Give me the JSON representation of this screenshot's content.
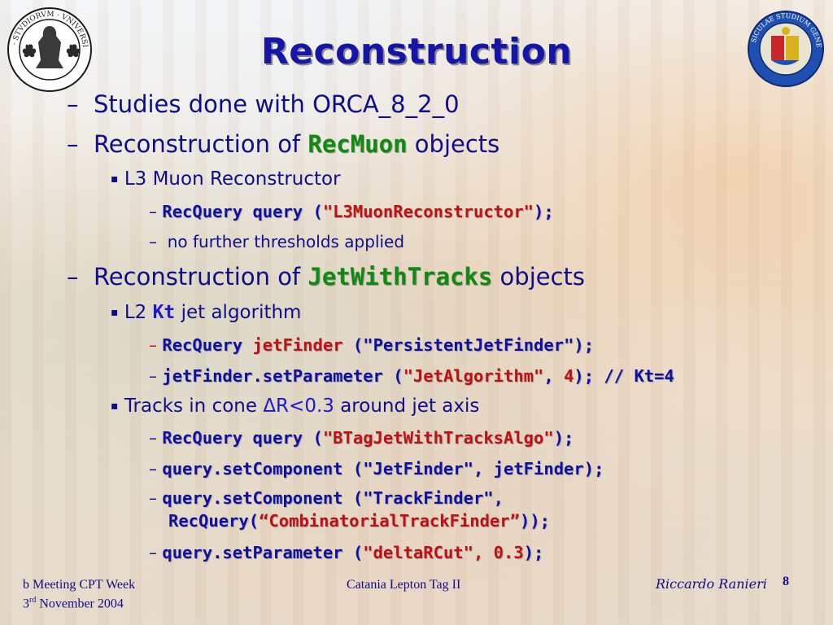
{
  "title": "Reconstruction",
  "colors": {
    "title": "#1515a8",
    "text": "#0e0e8a",
    "highlight_green": "#118a11",
    "code_red": "#c01010",
    "code_blue": "#1010a0"
  },
  "items": {
    "b1": {
      "bullet": "–",
      "text": "Studies done with ORCA_8_2_0"
    },
    "b2": {
      "bullet": "–",
      "pre": "Reconstruction of ",
      "code": "RecMuon",
      "post": " objects"
    },
    "b2a": {
      "bullet": "▪",
      "text": "L3 Muon Reconstructor"
    },
    "b2a1": {
      "bullet": "–",
      "c1": "RecQuery query (",
      "c2": "\"L3MuonReconstructor\"",
      "c3": ");"
    },
    "b2a2": {
      "bullet": "–",
      "text": "no further thresholds applied"
    },
    "b3": {
      "bullet": "–",
      "pre": "Reconstruction of ",
      "code": "JetWithTracks",
      "post": " objects"
    },
    "b3a": {
      "bullet": "▪",
      "pre": "L2 ",
      "code": "Kt",
      "post": " jet algorithm"
    },
    "b3a1": {
      "bullet": "–",
      "c1": "RecQuery ",
      "c2": "jetFinder",
      "c3": " (\"PersistentJetFinder\");"
    },
    "b3a2": {
      "bullet": "–",
      "c1": "jetFinder.setParameter (",
      "c2": "\"JetAlgorithm\"",
      "c3": ", ",
      "c4": "4",
      "c5": "); // Kt=4"
    },
    "b3b": {
      "bullet": "▪",
      "pre": "Tracks in cone ",
      "code": "ΔR<0.3",
      "post": " around jet axis"
    },
    "b3b1": {
      "bullet": "–",
      "c1": "RecQuery query (",
      "c2": "\"BTagJetWithTracksAlgo\"",
      "c3": ");"
    },
    "b3b2": {
      "bullet": "–",
      "c1": "query.setComponent (\"JetFinder\", jetFinder);"
    },
    "b3b3": {
      "bullet": "–",
      "c1": "query.setComponent (\"TrackFinder\",",
      "c1b": "RecQuery(",
      "c2": "“CombinatorialTrackFinder”",
      "c3": "));"
    },
    "b3b4": {
      "bullet": "–",
      "c1": "query.setParameter (",
      "c2": "\"deltaRCut\", 0.3",
      "c3": ");"
    }
  },
  "footer": {
    "left1": "b Meeting CPT Week",
    "left2_num": "3",
    "left2_sup": "rd",
    "left2_rest": " November 2004",
    "center": "Catania Lepton Tag II",
    "author": "Riccardo Ranieri",
    "page": "8"
  },
  "logos": {
    "left": "university-of-florence-seal",
    "right": "university-of-catania-seal"
  }
}
